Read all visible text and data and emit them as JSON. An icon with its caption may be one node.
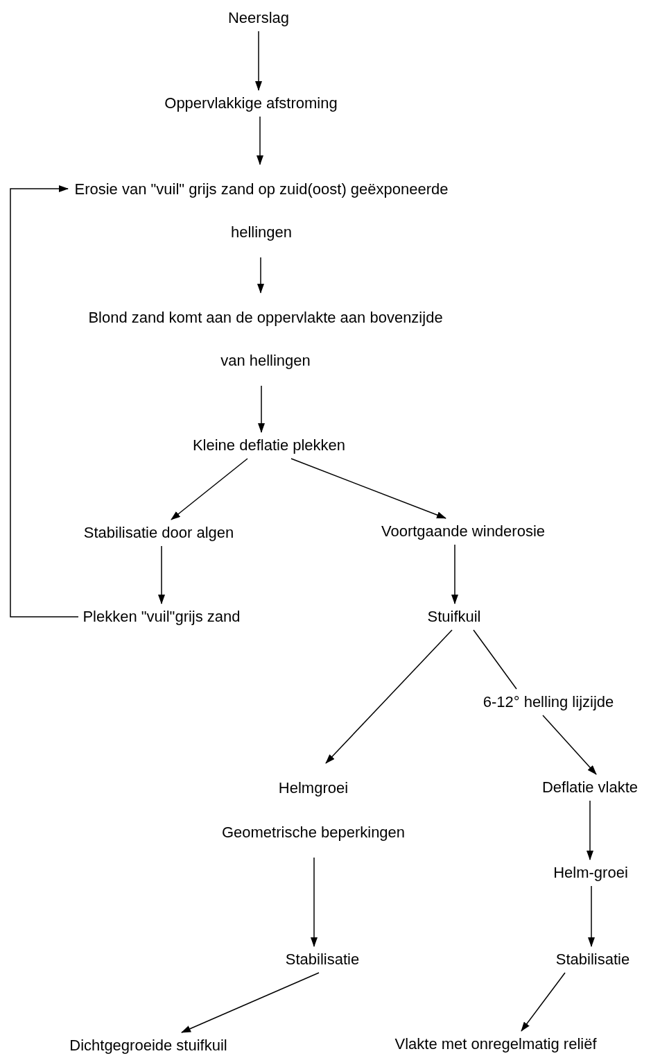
{
  "diagram": {
    "nodes": [
      {
        "text": [
          "Neerslag"
        ]
      },
      {
        "text": [
          "Oppervlakkige afstroming"
        ]
      },
      {
        "text": [
          "Erosie van \"vuil\" grijs zand op zuid(oost) geëxponeerde hellingen"
        ]
      },
      {
        "text": [
          "Blond zand komt aan de oppervlakte aan bovenzijde van hellingen"
        ]
      },
      {
        "text": [
          "Kleine deflatie plekken"
        ]
      },
      {
        "text": [
          "Stabilisatie door algen"
        ]
      },
      {
        "text": [
          "Voortgaande winderosie"
        ]
      },
      {
        "text": [
          "Plekken \"vuil\"grijs zand"
        ]
      },
      {
        "text": [
          "Stuifkuil"
        ]
      },
      {
        "text": [
          "6-12° helling lijzijde"
        ]
      },
      {
        "text": [
          "Helmgroei",
          "Geometrische beperkingen"
        ]
      },
      {
        "text": [
          "Deflatie vlakte"
        ]
      },
      {
        "text": [
          "Helm-groei"
        ]
      },
      {
        "text": [
          "Stabilisatie"
        ]
      },
      {
        "text": [
          "Stabilisatie"
        ]
      },
      {
        "text": [
          "Dichtgegroeide stuifkuil"
        ]
      },
      {
        "text": [
          "Vlakte met onregelmatig reliëf"
        ]
      }
    ],
    "edges": [
      {
        "from": 0,
        "to": 1,
        "arrow": "to"
      },
      {
        "from": 1,
        "to": 2,
        "arrow": "to"
      },
      {
        "from": 2,
        "to": 3,
        "arrow": "to"
      },
      {
        "from": 3,
        "to": 4,
        "arrow": "to"
      },
      {
        "from": 4,
        "to": 5,
        "arrow": "to"
      },
      {
        "from": 4,
        "to": 6,
        "arrow": "to"
      },
      {
        "from": 5,
        "to": 7,
        "arrow": "to"
      },
      {
        "from": 6,
        "to": 8,
        "arrow": "to"
      },
      {
        "from": 8,
        "to": 10,
        "arrow": "to"
      },
      {
        "from": 8,
        "to": 9,
        "arrow": "none"
      },
      {
        "from": 9,
        "to": 11,
        "arrow": "to"
      },
      {
        "from": 11,
        "to": 12,
        "arrow": "to"
      },
      {
        "from": 12,
        "to": 14,
        "arrow": "to"
      },
      {
        "from": 10,
        "to": 13,
        "arrow": "to"
      },
      {
        "from": 13,
        "to": 15,
        "arrow": "to"
      },
      {
        "from": 14,
        "to": 16,
        "arrow": "to"
      },
      {
        "from": 7,
        "to": 2,
        "arrow": "to"
      }
    ]
  }
}
